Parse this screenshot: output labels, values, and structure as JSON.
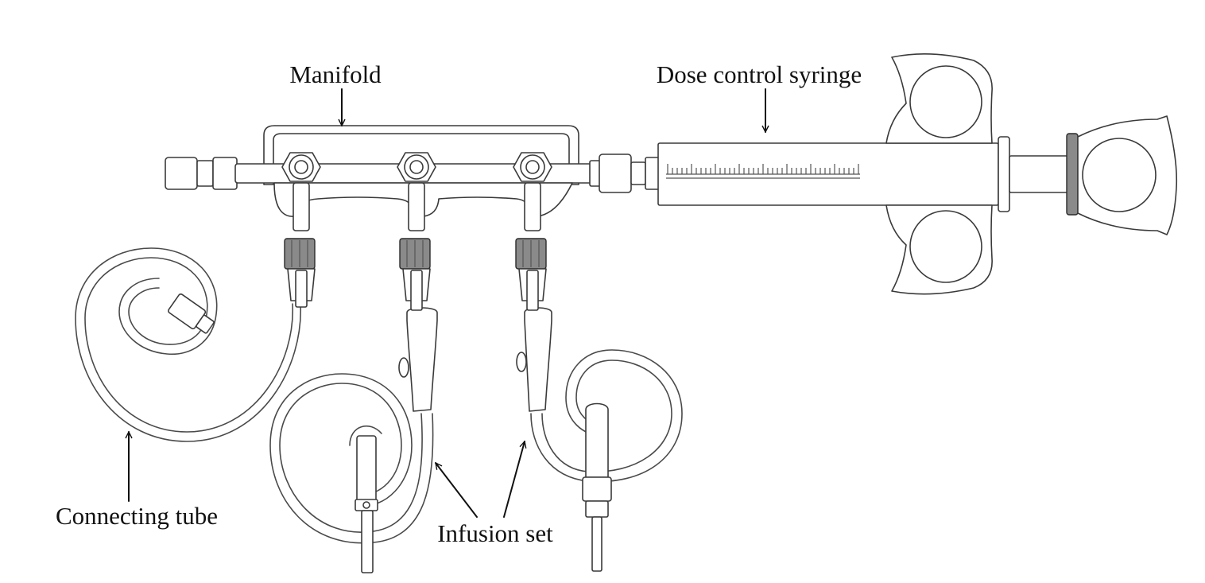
{
  "labels": {
    "manifold": "Manifold",
    "dose_control_syringe": "Dose control syringe",
    "connecting_tube": "Connecting tube",
    "infusion_set": "Infusion set"
  },
  "colors": {
    "background": "#ffffff",
    "line": "#4a4a4a",
    "text": "#111111"
  }
}
